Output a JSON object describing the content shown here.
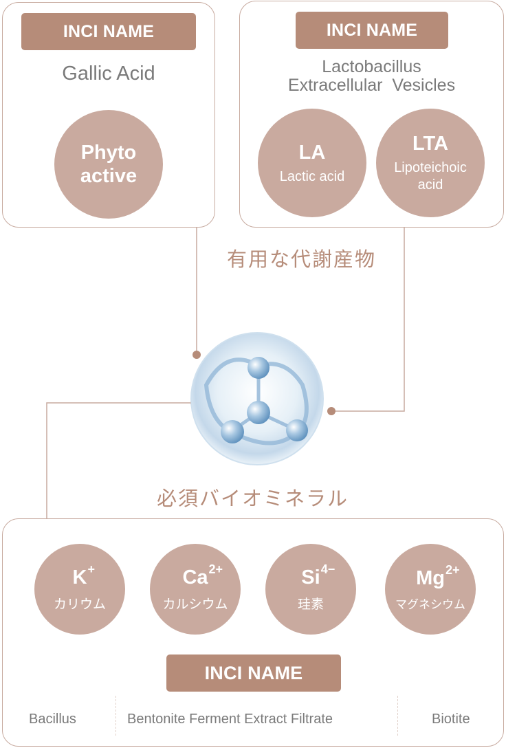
{
  "card_left": {
    "pill": "INCI NAME",
    "name": "Gallic Acid",
    "circle_line1": "Phyto",
    "circle_line2": "active"
  },
  "card_right": {
    "pill": "INCI NAME",
    "name_line1": "Lactobacillus",
    "name_line2": "Extracellular  Vesicles",
    "circle_la_title": "LA",
    "circle_la_sub": "Lactic acid",
    "circle_lta_title": "LTA",
    "circle_lta_sub1": "Lipoteichoic",
    "circle_lta_sub2": "acid"
  },
  "label_metabolites": "有用な代謝産物",
  "label_minerals": "必須バイオミネラル",
  "minerals": [
    {
      "symbol": "K",
      "charge": "+",
      "kana": "カリウム"
    },
    {
      "symbol": "Ca",
      "charge": "2+",
      "kana": "カルシウム"
    },
    {
      "symbol": "Si",
      "charge": "4−",
      "kana": "珪素"
    },
    {
      "symbol": "Mg",
      "charge": "2+",
      "kana": "マグネシウム"
    }
  ],
  "card_bottom": {
    "pill": "INCI NAME",
    "items": [
      "Bacillus",
      "Bentonite Ferment Extract Filtrate",
      "Biotite"
    ]
  },
  "colors": {
    "accent": "#b68c79",
    "circle": "#c9aa9f",
    "border": "#c7aa9f",
    "text_gray": "#7a7a7a"
  }
}
